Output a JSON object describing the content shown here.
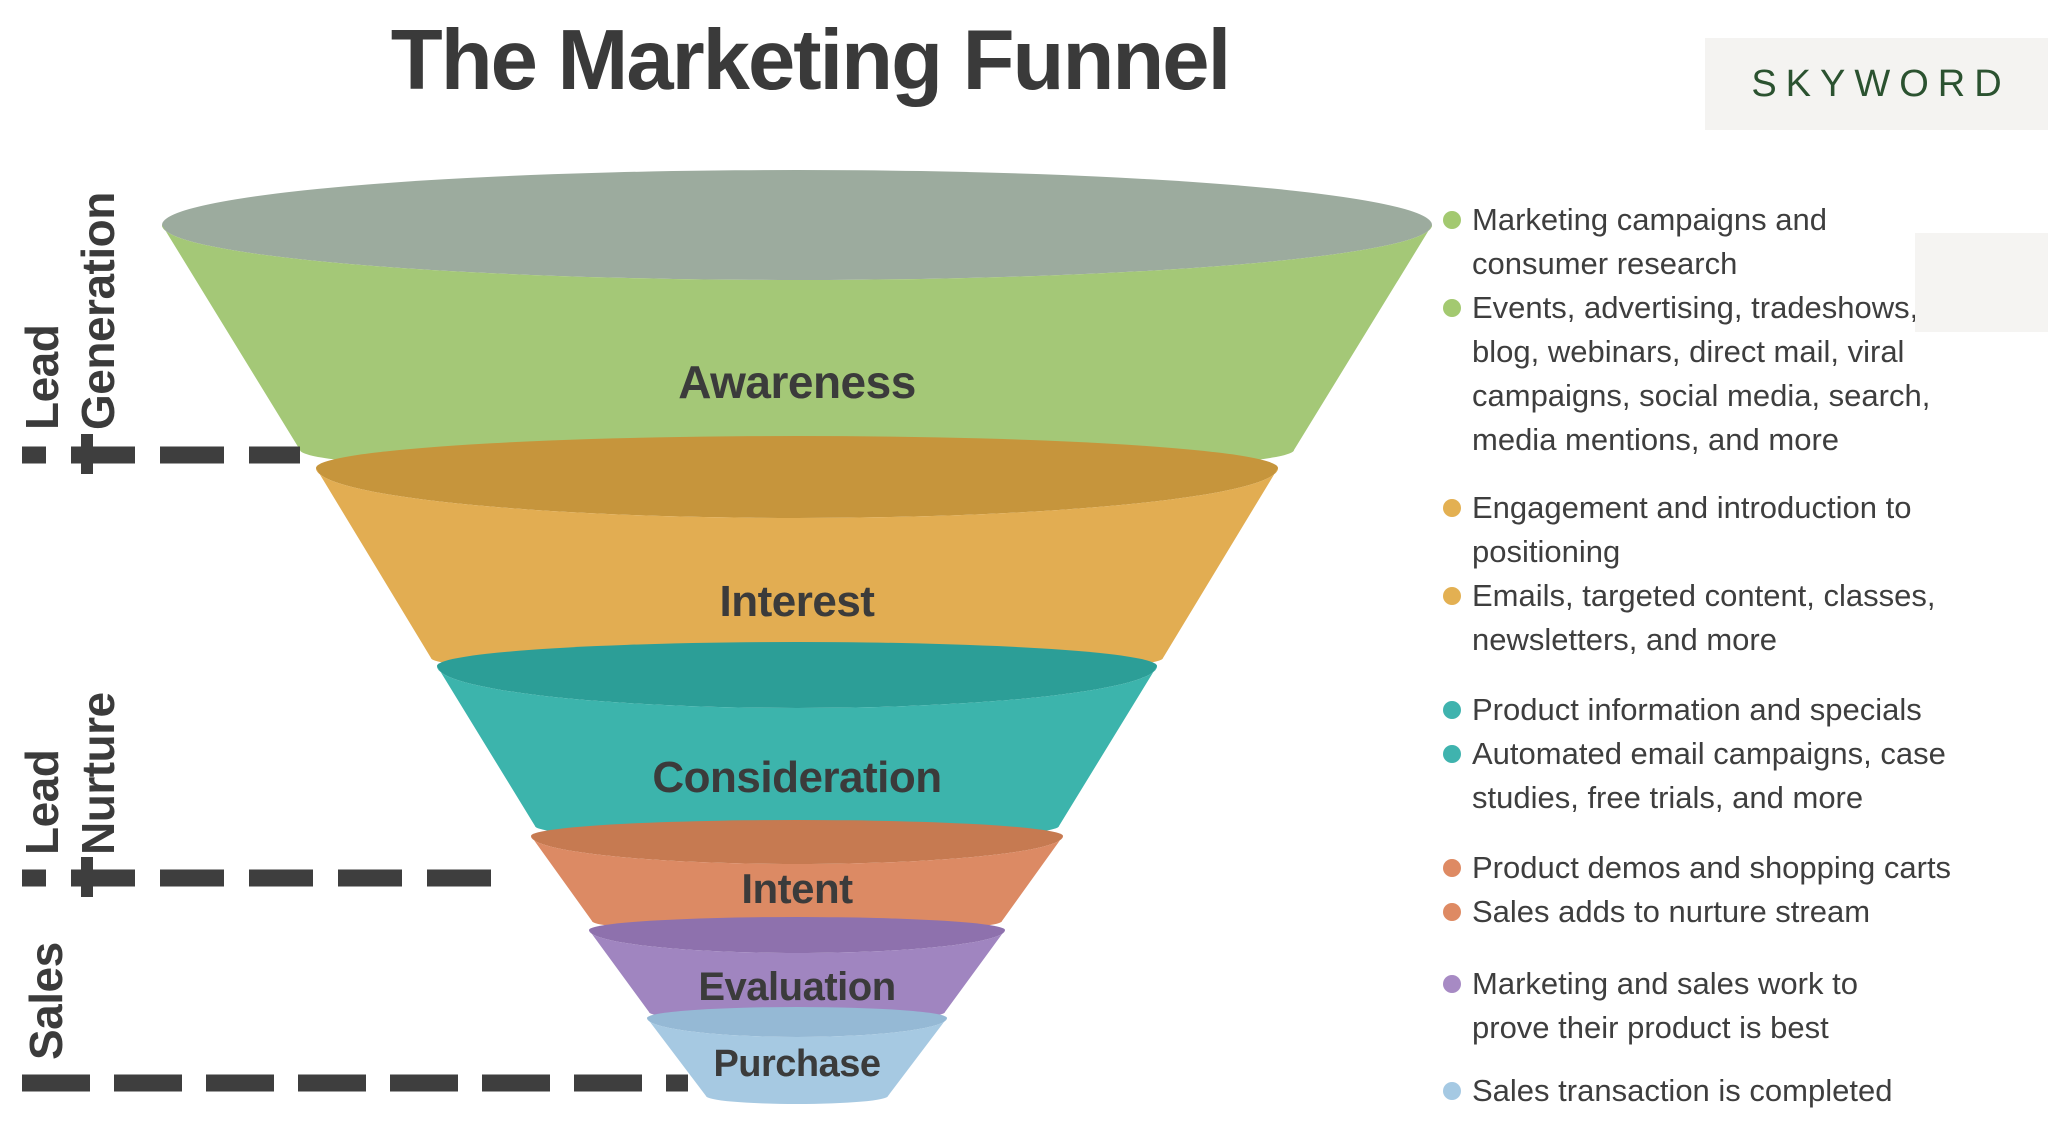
{
  "title": "The Marketing Funnel",
  "logo": {
    "text": "SKYWORD",
    "color": "#2b5230",
    "bg": "#f4f3f1"
  },
  "mask_box": {
    "bg": "#f5f4f2"
  },
  "colors": {
    "text_dark": "#3b3b3b",
    "dash": "#3e3e3e",
    "funnel_opening": "#9cab9e"
  },
  "funnel": {
    "stages": [
      {
        "label": "Awareness",
        "color": "#a4c877",
        "lip_color": "#9cab9e"
      },
      {
        "label": "Interest",
        "color": "#e2ad52",
        "lip_color": "#c6953c"
      },
      {
        "label": "Consideration",
        "color": "#3cb4ac",
        "lip_color": "#2c9e97"
      },
      {
        "label": "Intent",
        "color": "#dc8a64",
        "lip_color": "#c67a51"
      },
      {
        "label": "Evaluation",
        "color": "#a085c0",
        "lip_color": "#8e71ad"
      },
      {
        "label": "Purchase",
        "color": "#a6c9e2",
        "lip_color": "#95b9d5"
      }
    ]
  },
  "side_labels": [
    {
      "name": "Lead Generation",
      "lines": [
        "Lead",
        "Generation"
      ]
    },
    {
      "name": "Lead Nurture",
      "lines": [
        "Lead",
        "Nurture"
      ]
    },
    {
      "name": "Sales",
      "lines": [
        "Sales"
      ]
    }
  ],
  "notes": [
    {
      "color": "#a3c970",
      "items": [
        "Marketing campaigns and\nconsumer research",
        "Events, advertising, tradeshows,\nblog, webinars, direct mail, viral\ncampaigns, social media, search,\nmedia mentions, and more"
      ]
    },
    {
      "color": "#e3b052",
      "items": [
        "Engagement and introduction to\npositioning",
        "Emails, targeted content, classes,\nnewsletters, and more"
      ]
    },
    {
      "color": "#3fb3ae",
      "items": [
        "Product information and specials",
        "Automated email campaigns, case\nstudies, free trials, and more"
      ]
    },
    {
      "color": "#de8a63",
      "items": [
        "Product demos and shopping carts",
        "Sales adds to nurture stream"
      ]
    },
    {
      "color": "#a78ac4",
      "items": [
        "Marketing and sales work to\nprove their product is best"
      ]
    },
    {
      "color": "#a5c9e3",
      "items": [
        "Sales transaction is completed"
      ]
    }
  ]
}
